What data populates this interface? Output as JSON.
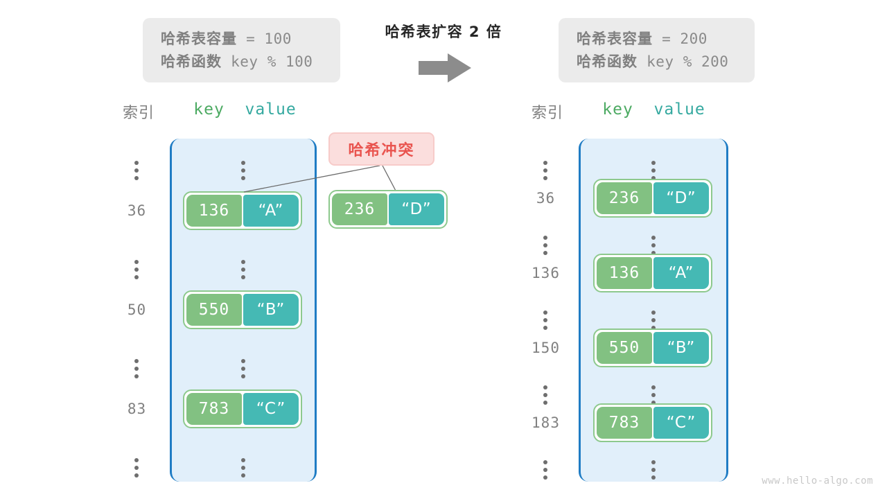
{
  "info_left": {
    "line1_cn": "哈希表容量",
    "line1_rest": " = 100",
    "line2_cn": "哈希函数",
    "line2_rest": " key % 100"
  },
  "info_right": {
    "line1_cn": "哈希表容量",
    "line1_rest": " = 200",
    "line2_cn": "哈希函数",
    "line2_rest": " key % 200"
  },
  "transition": {
    "title": "哈希表扩容 2 倍",
    "arrow_icon": "arrow-right-icon"
  },
  "collision": {
    "label": "哈希冲突"
  },
  "watermark": "www.hello-algo.com",
  "table_left": {
    "header": {
      "index": "索引",
      "key": "key",
      "value": "value"
    },
    "indices": [
      "⋮",
      "36",
      "⋮",
      "50",
      "⋮",
      "83",
      "⋮"
    ],
    "entries": [
      {
        "index": "36",
        "key": "136",
        "value": "“A”"
      },
      {
        "index": "50",
        "key": "550",
        "value": "“B”"
      },
      {
        "index": "83",
        "key": "783",
        "value": "“C”"
      }
    ],
    "colliding_entry": {
      "key": "236",
      "value": "“D”"
    }
  },
  "table_right": {
    "header": {
      "index": "索引",
      "key": "key",
      "value": "value"
    },
    "indices": [
      "⋮",
      "36",
      "⋮",
      "136",
      "⋮",
      "150",
      "⋮",
      "183",
      "⋮"
    ],
    "entries": [
      {
        "index": "36",
        "key": "236",
        "value": "“D”"
      },
      {
        "index": "136",
        "key": "136",
        "value": "“A”"
      },
      {
        "index": "150",
        "key": "550",
        "value": "“B”"
      },
      {
        "index": "183",
        "key": "783",
        "value": "“C”"
      }
    ]
  },
  "colors": {
    "key_cell": "#82c182",
    "value_cell": "#45b9b4",
    "bucket_fill": "#e1effa",
    "bucket_rail": "#1f7cc4",
    "collision_bg": "#fbdedd",
    "collision_text": "#e9544f",
    "info_bg": "#ebebeb"
  }
}
